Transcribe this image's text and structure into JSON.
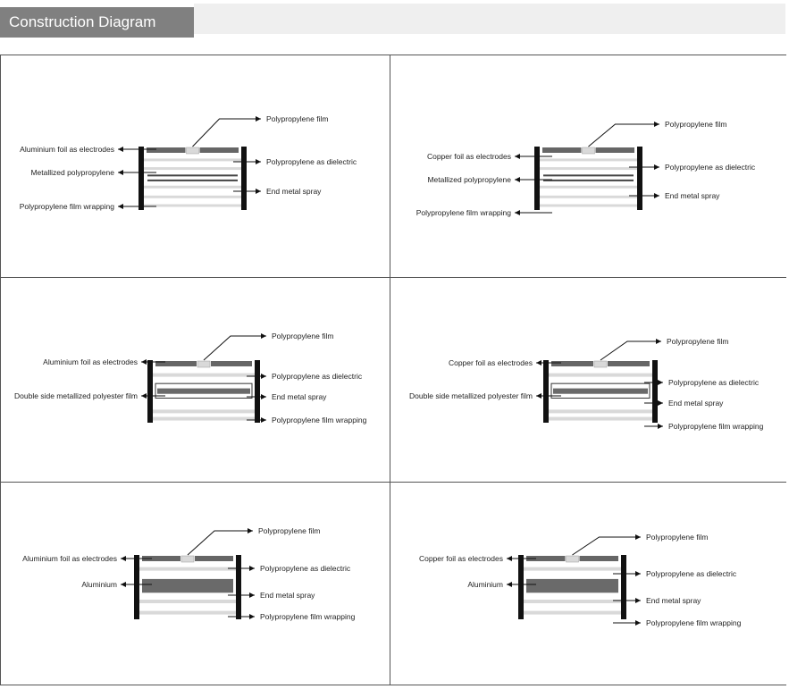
{
  "header": {
    "title": "Construction Diagram"
  },
  "diagrams": [
    {
      "labels": {
        "top_film": "Polypropylene film",
        "electrode": "Aluminium foil as electrodes",
        "middle_left": "Metallized polypropylene",
        "wrapping": "Polypropylene film wrapping",
        "dielectric": "Polypropylene as dielectric",
        "spray": "End metal spray"
      }
    },
    {
      "labels": {
        "top_film": "Polypropylene film",
        "electrode": "Copper foil as electrodes",
        "middle_left": "Metallized polypropylene",
        "wrapping": "Polypropylene film wrapping",
        "dielectric": "Polypropylene as dielectric",
        "spray": "End metal spray"
      }
    },
    {
      "labels": {
        "top_film": "Polypropylene film",
        "electrode": "Aluminium foil as electrodes",
        "middle_left": "Double side metallized polyester film",
        "dielectric": "Polypropylene as dielectric",
        "spray": "End metal spray",
        "wrapping": "Polypropylene film wrapping"
      }
    },
    {
      "labels": {
        "top_film": "Polypropylene film",
        "electrode": "Copper foil as electrodes",
        "middle_left": "Double side metallized polyester film",
        "dielectric": "Polypropylene as dielectric",
        "spray": "End metal spray",
        "wrapping": "Polypropylene film wrapping"
      }
    },
    {
      "labels": {
        "top_film": "Polypropylene film",
        "electrode": "Aluminium foil as electrodes",
        "middle_left": "Aluminium",
        "dielectric": "Polypropylene as dielectric",
        "spray": "End metal spray",
        "wrapping": "Polypropylene film wrapping"
      }
    },
    {
      "labels": {
        "top_film": "Polypropylene film",
        "electrode": "Copper foil as electrodes",
        "middle_left": "Aluminium",
        "dielectric": "Polypropylene as dielectric",
        "spray": "End metal spray",
        "wrapping": "Polypropylene film wrapping"
      }
    }
  ],
  "colors": {
    "foil": "#666666",
    "film": "#d9d9d9",
    "core": "#6a6a6a",
    "spray": "#111111"
  }
}
